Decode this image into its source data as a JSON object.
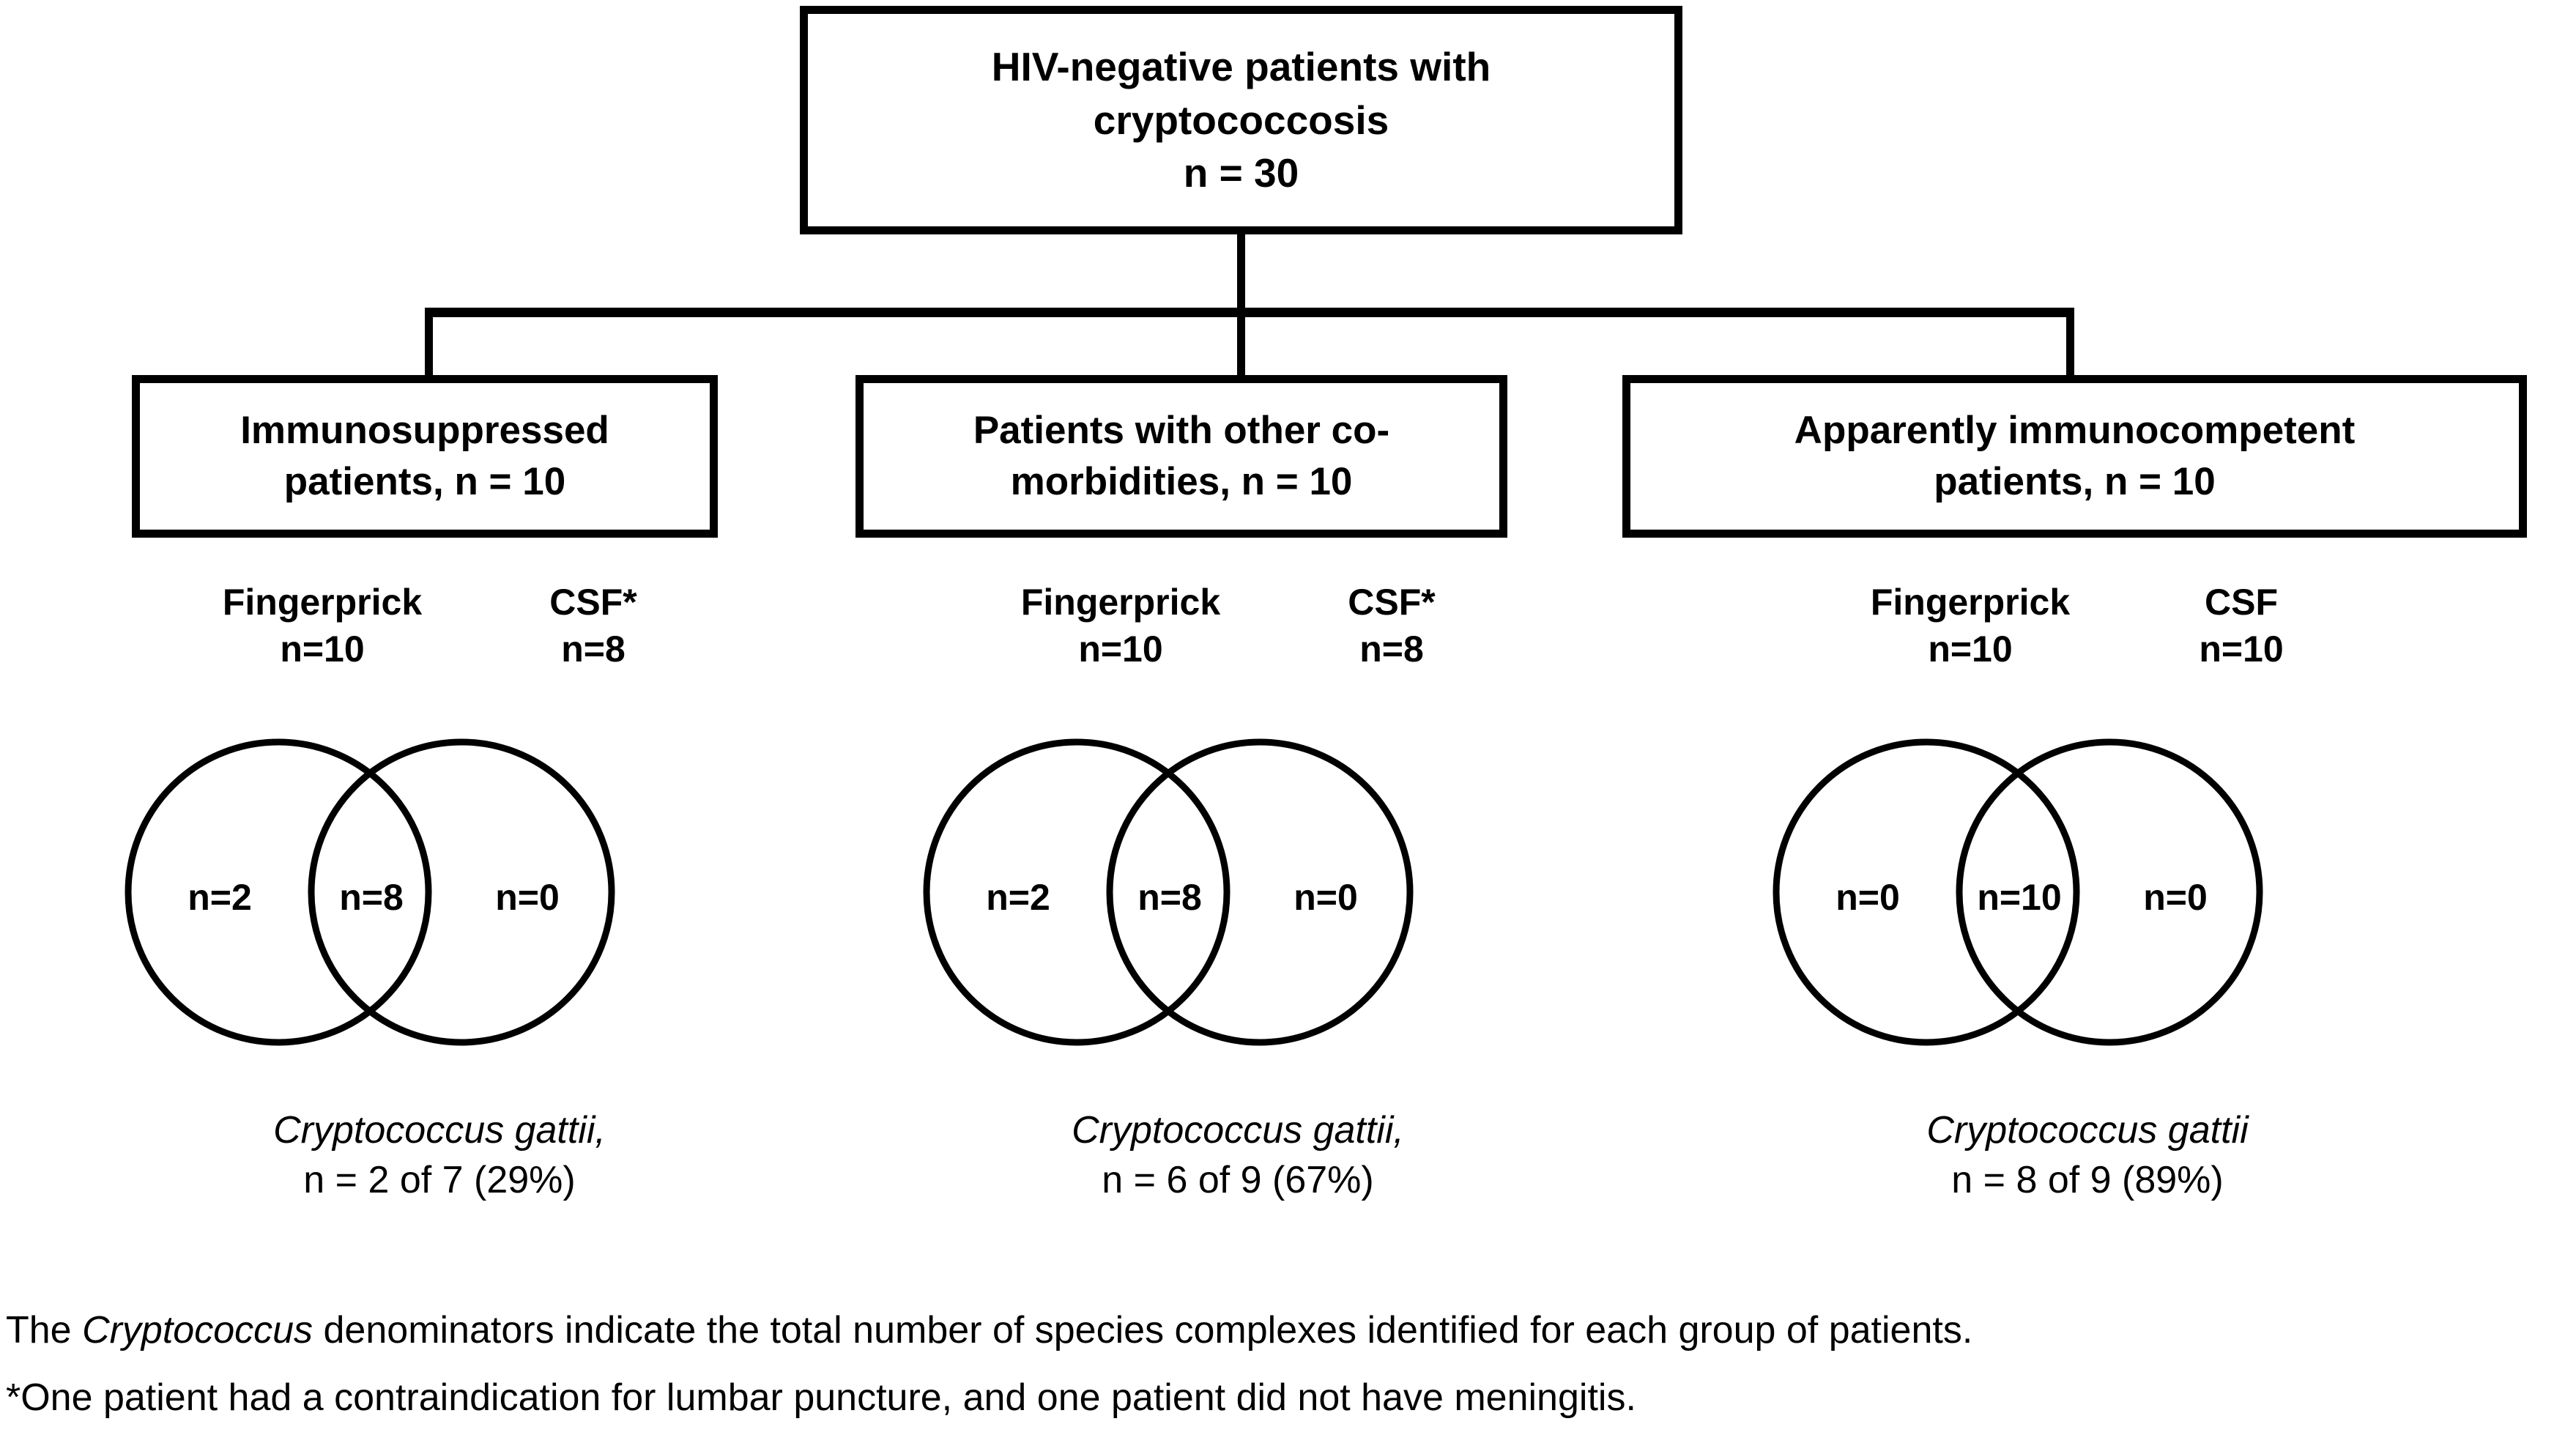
{
  "chart_data": {
    "type": "diagram",
    "title": "HIV-negative patients with cryptococcosis",
    "root_n": 30,
    "groups": [
      {
        "name": "Immunosuppressed patients",
        "n": 10,
        "fingerprick_n": 10,
        "csf_n": 8,
        "venn": {
          "left_only": 2,
          "overlap": 8,
          "right_only": 0
        },
        "gattii_numerator": 2,
        "gattii_denominator": 7,
        "gattii_percent": 29
      },
      {
        "name": "Patients with other co-morbidities",
        "n": 10,
        "fingerprick_n": 10,
        "csf_n": 8,
        "venn": {
          "left_only": 2,
          "overlap": 8,
          "right_only": 0
        },
        "gattii_numerator": 6,
        "gattii_denominator": 9,
        "gattii_percent": 67
      },
      {
        "name": "Apparently immunocompetent patients",
        "n": 10,
        "fingerprick_n": 10,
        "csf_n": 10,
        "venn": {
          "left_only": 0,
          "overlap": 10,
          "right_only": 0
        },
        "gattii_numerator": 8,
        "gattii_denominator": 9,
        "gattii_percent": 89
      }
    ]
  },
  "colors": {
    "stroke": "#000000",
    "background": "#ffffff",
    "text": "#000000"
  },
  "root": {
    "line1": "HIV-negative patients with",
    "line2": "cryptococcosis",
    "line3": "n = 30"
  },
  "groups": [
    {
      "box_line1": "Immunosuppressed",
      "box_line2": "patients, n = 10",
      "header_left_line1": "Fingerprick",
      "header_left_line2": "n=10",
      "header_right_line1": "CSF*",
      "header_right_line2": "n=8",
      "venn_left": "n=2",
      "venn_center": "n=8",
      "venn_right": "n=0",
      "caption_species": "Cryptococcus gattii,",
      "caption_stat": "n = 2 of 7 (29%)"
    },
    {
      "box_line1": "Patients with other co-",
      "box_line2": "morbidities, n = 10",
      "header_left_line1": "Fingerprick",
      "header_left_line2": "n=10",
      "header_right_line1": "CSF*",
      "header_right_line2": "n=8",
      "venn_left": "n=2",
      "venn_center": "n=8",
      "venn_right": "n=0",
      "caption_species": "Cryptococcus gattii,",
      "caption_stat": "n = 6 of 9 (67%)"
    },
    {
      "box_line1": "Apparently immunocompetent",
      "box_line2": "patients, n = 10",
      "header_left_line1": "Fingerprick",
      "header_left_line2": "n=10",
      "header_right_line1": "CSF",
      "header_right_line2": "n=10",
      "venn_left": "n=0",
      "venn_center": "n=10",
      "venn_right": "n=0",
      "caption_species": "Cryptococcus gattii",
      "caption_stat": "n = 8 of 9 (89%)"
    }
  ],
  "footnotes": {
    "line1_prefix": "The ",
    "line1_italic": "Cryptococcus",
    "line1_suffix": " denominators indicate the total number of species complexes identified for each group of patients.",
    "line2": "*One patient had a contraindication for lumbar puncture, and one patient did not have meningitis."
  }
}
